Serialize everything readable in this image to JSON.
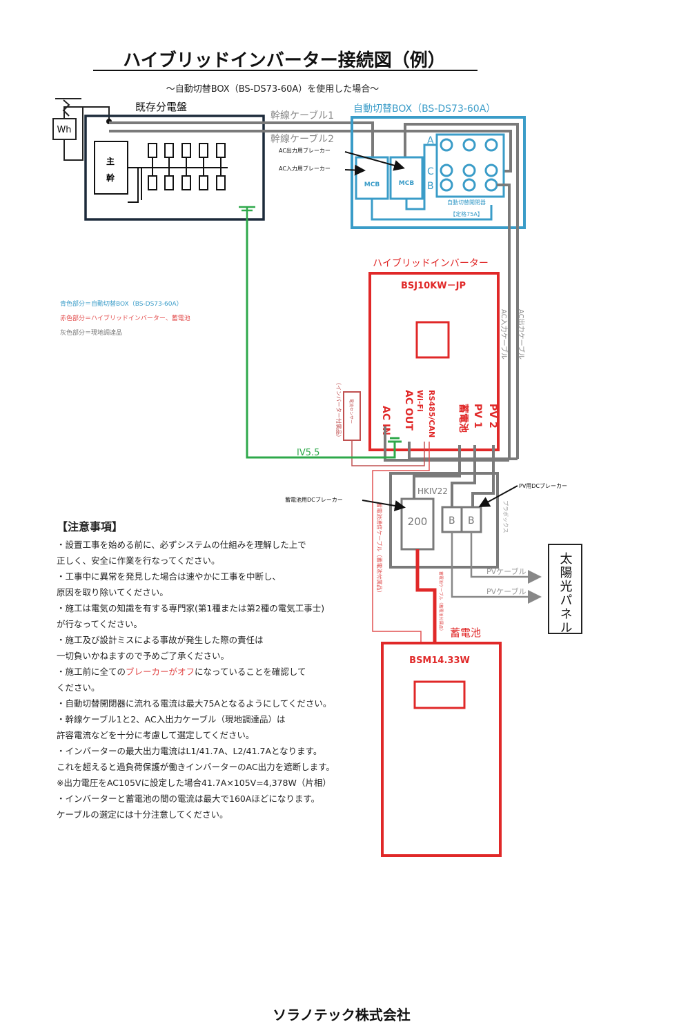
{
  "title": "ハイブリッドインバーター接続図（例）",
  "subtitle": "～自動切替BOX（BS-DS73-60A）を使用した場合～",
  "colors": {
    "blue": "#3a9cc8",
    "red": "#e02828",
    "gray": "#7a7a7a",
    "green": "#2ea84a",
    "navy": "#1c2a3a"
  },
  "panel": {
    "label": "既存分電盤",
    "meter": "Wh",
    "main_breaker": [
      "主",
      "幹"
    ]
  },
  "cables": {
    "trunk1": "幹線ケーブル1",
    "trunk2": "幹線ケーブル2",
    "ac_in": "AC入力ケーブル",
    "ac_out": "AC出力ケーブル",
    "pv": "PVケーブル",
    "iv": "IV5.5",
    "battery_comm": "蓄電池通信ケーブル（蓄電池付属品）",
    "battery": "蓄電池ケーブル（蓄電池付属品）"
  },
  "auto_box": {
    "label": "自動切替BOX（BS-DS73-60A）",
    "mcb": "MCB",
    "ac_out_breaker": "AC出力用ブレーカー",
    "ac_in_breaker": "AC入力用ブレーカー",
    "terminal_a": "A",
    "terminal_c": "C",
    "terminal_b": "B",
    "switch_label": "自動切替開閉器",
    "switch_rating": "【定格75A】"
  },
  "inverter": {
    "label": "ハイブリッドインバーター",
    "model": "BSJ10KW－JP",
    "ports": [
      "AC IN",
      "AC OUT",
      "Wi-Fi",
      "RS485/CAN",
      "蓄電池",
      "PV 1",
      "PV 2"
    ],
    "ct_sensor": "電流センサー",
    "ct_note": "（インバーター付属品）"
  },
  "legend": [
    "青色部分＝自動切替BOX（BS-DS73-60A）",
    "赤色部分＝ハイブリッドインバーター、蓄電池",
    "灰色部分＝現地調達品"
  ],
  "dc_box": {
    "label": "HKIV22",
    "battery_breaker_value": "200",
    "pv_breaker": "B",
    "battery_breaker_label": "蓄電池用DCブレーカー",
    "pv_breaker_label": "PV用DCブレーカー",
    "plabox": "プラボックス"
  },
  "battery": {
    "label": "蓄電池",
    "model": "BSM14.33W"
  },
  "solar_panel": "太陽光パネル",
  "notes": {
    "heading": "【注意事項】",
    "lines": [
      "・設置工事を始める前に、必ずシステムの仕組みを理解した上で",
      "正しく、安全に作業を行なってください。",
      "・工事中に異常を発見した場合は速やかに工事を中断し、",
      "原因を取り除いてください。",
      "・施工は電気の知識を有する専門家(第1種または第2種の電気工事士)",
      "が行なってください。",
      "・施工及び設計ミスによる事故が発生した際の責任は",
      "一切負いかねますので予めご了承ください。",
      "・施工前に全ての",
      "ブレーカーがオフ",
      "になっていることを確認して",
      "ください。",
      "・自動切替開閉器に流れる電流は最大75Aとなるようにしてください。",
      "・幹線ケーブル1と2、AC入出力ケーブル（現地調達品）は",
      "許容電流などを十分に考慮して選定してください。",
      "・インバーターの最大出力電流はL1/41.7A、L2/41.7Aとなります。",
      "これを超えると過負荷保護が働きインバーターのAC出力を遮断します。",
      "※出力電圧をAC105Vに設定した場合41.7A×105V=4,378W（片相）",
      "・インバーターと蓄電池の間の電流は最大で160Aほどになります。",
      "ケーブルの選定には十分注意してください。"
    ]
  },
  "footer": "ソラノテック株式会社"
}
